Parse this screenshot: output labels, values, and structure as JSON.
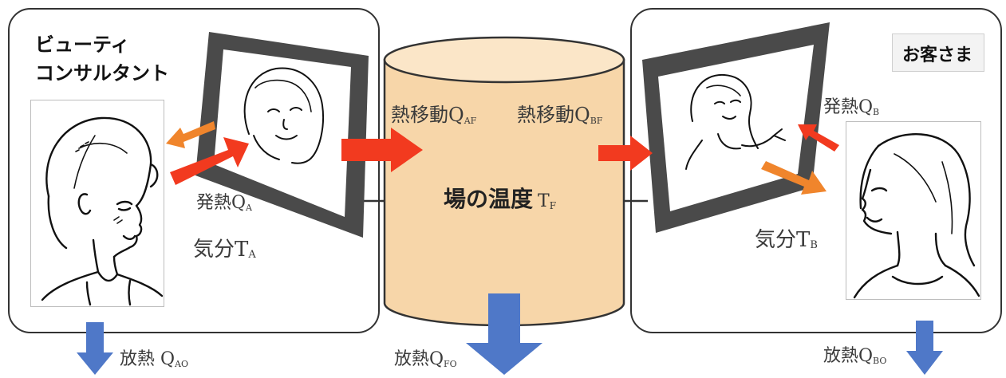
{
  "left_panel": {
    "title_line1": "ビューティ",
    "title_line2": "コンサルタント",
    "heat_label": "発熱Q",
    "heat_sub": "A",
    "mood_label": "気分T",
    "mood_sub": "A",
    "dissipation_label": "放熱 Q",
    "dissipation_sub": "AO"
  },
  "right_panel": {
    "title": "お客さま",
    "heat_label": "発熱Q",
    "heat_sub": "B",
    "mood_label": "気分T",
    "mood_sub": "B",
    "dissipation_label": "放熱Q",
    "dissipation_sub": "BO"
  },
  "field": {
    "title": "場の温度",
    "title_sub_main": "T",
    "title_sub": "F",
    "transfer_a_label": "熱移動Q",
    "transfer_a_sub": "AF",
    "transfer_b_label": "熱移動Q",
    "transfer_b_sub": "BF",
    "dissipation_label": "放熱Q",
    "dissipation_sub": "FO"
  },
  "colors": {
    "red_arrow": "#f23a1f",
    "orange_arrow": "#f0852c",
    "blue_arrow": "#4f78c8",
    "cylinder_fill": "#f7d6a9",
    "screen_frame": "#4a4a4a"
  }
}
